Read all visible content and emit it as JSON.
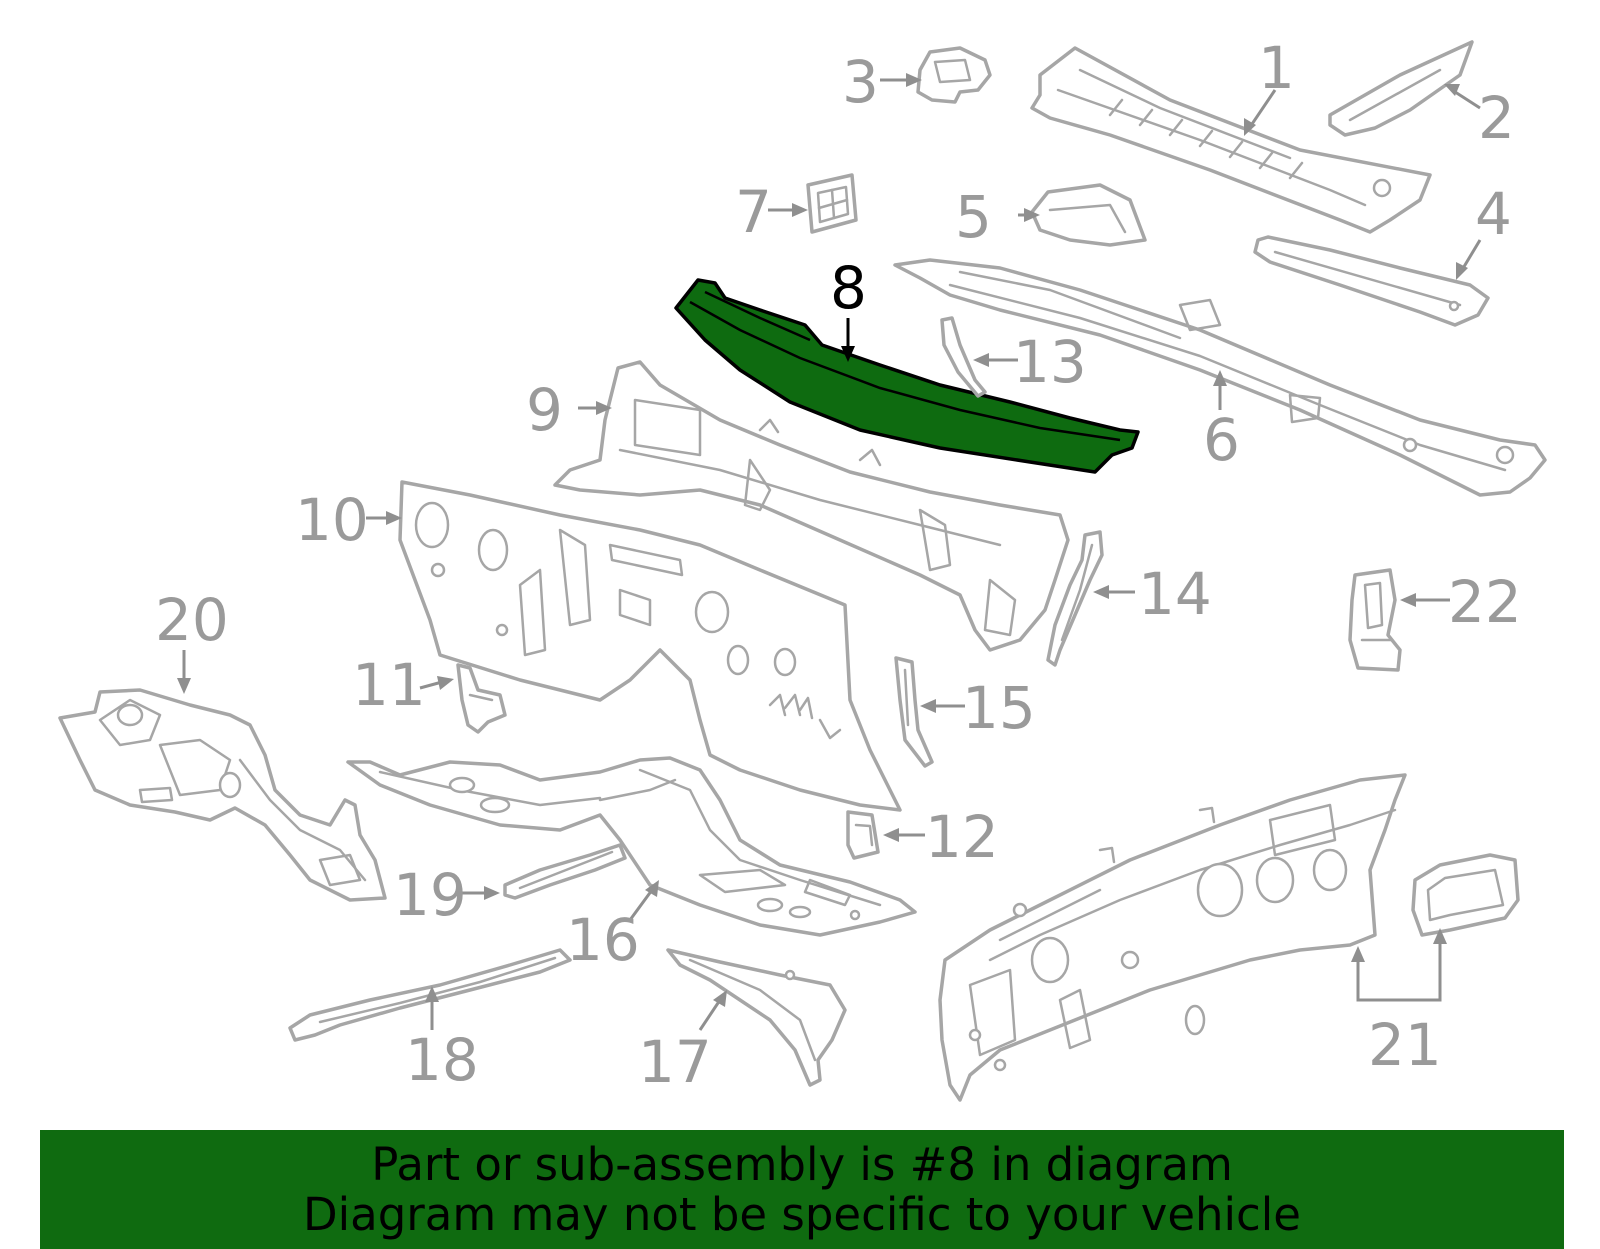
{
  "diagram": {
    "highlighted_part": "8",
    "highlight_color": "#0e6b10",
    "outline_color": "#a6a6a6",
    "callouts": [
      {
        "id": "c1",
        "label": "1"
      },
      {
        "id": "c2",
        "label": "2"
      },
      {
        "id": "c3",
        "label": "3"
      },
      {
        "id": "c4",
        "label": "4"
      },
      {
        "id": "c5",
        "label": "5"
      },
      {
        "id": "c6",
        "label": "6"
      },
      {
        "id": "c7",
        "label": "7"
      },
      {
        "id": "c8",
        "label": "8"
      },
      {
        "id": "c9",
        "label": "9"
      },
      {
        "id": "c10",
        "label": "10"
      },
      {
        "id": "c11",
        "label": "11"
      },
      {
        "id": "c12",
        "label": "12"
      },
      {
        "id": "c13",
        "label": "13"
      },
      {
        "id": "c14",
        "label": "14"
      },
      {
        "id": "c15",
        "label": "15"
      },
      {
        "id": "c16",
        "label": "16"
      },
      {
        "id": "c17",
        "label": "17"
      },
      {
        "id": "c18",
        "label": "18"
      },
      {
        "id": "c19",
        "label": "19"
      },
      {
        "id": "c20",
        "label": "20"
      },
      {
        "id": "c21",
        "label": "21"
      },
      {
        "id": "c22",
        "label": "22"
      }
    ]
  },
  "banner": {
    "line1": "Part or sub-assembly is #8 in diagram",
    "line2": "Diagram may not be specific to your vehicle",
    "background": "#0f6b10"
  }
}
